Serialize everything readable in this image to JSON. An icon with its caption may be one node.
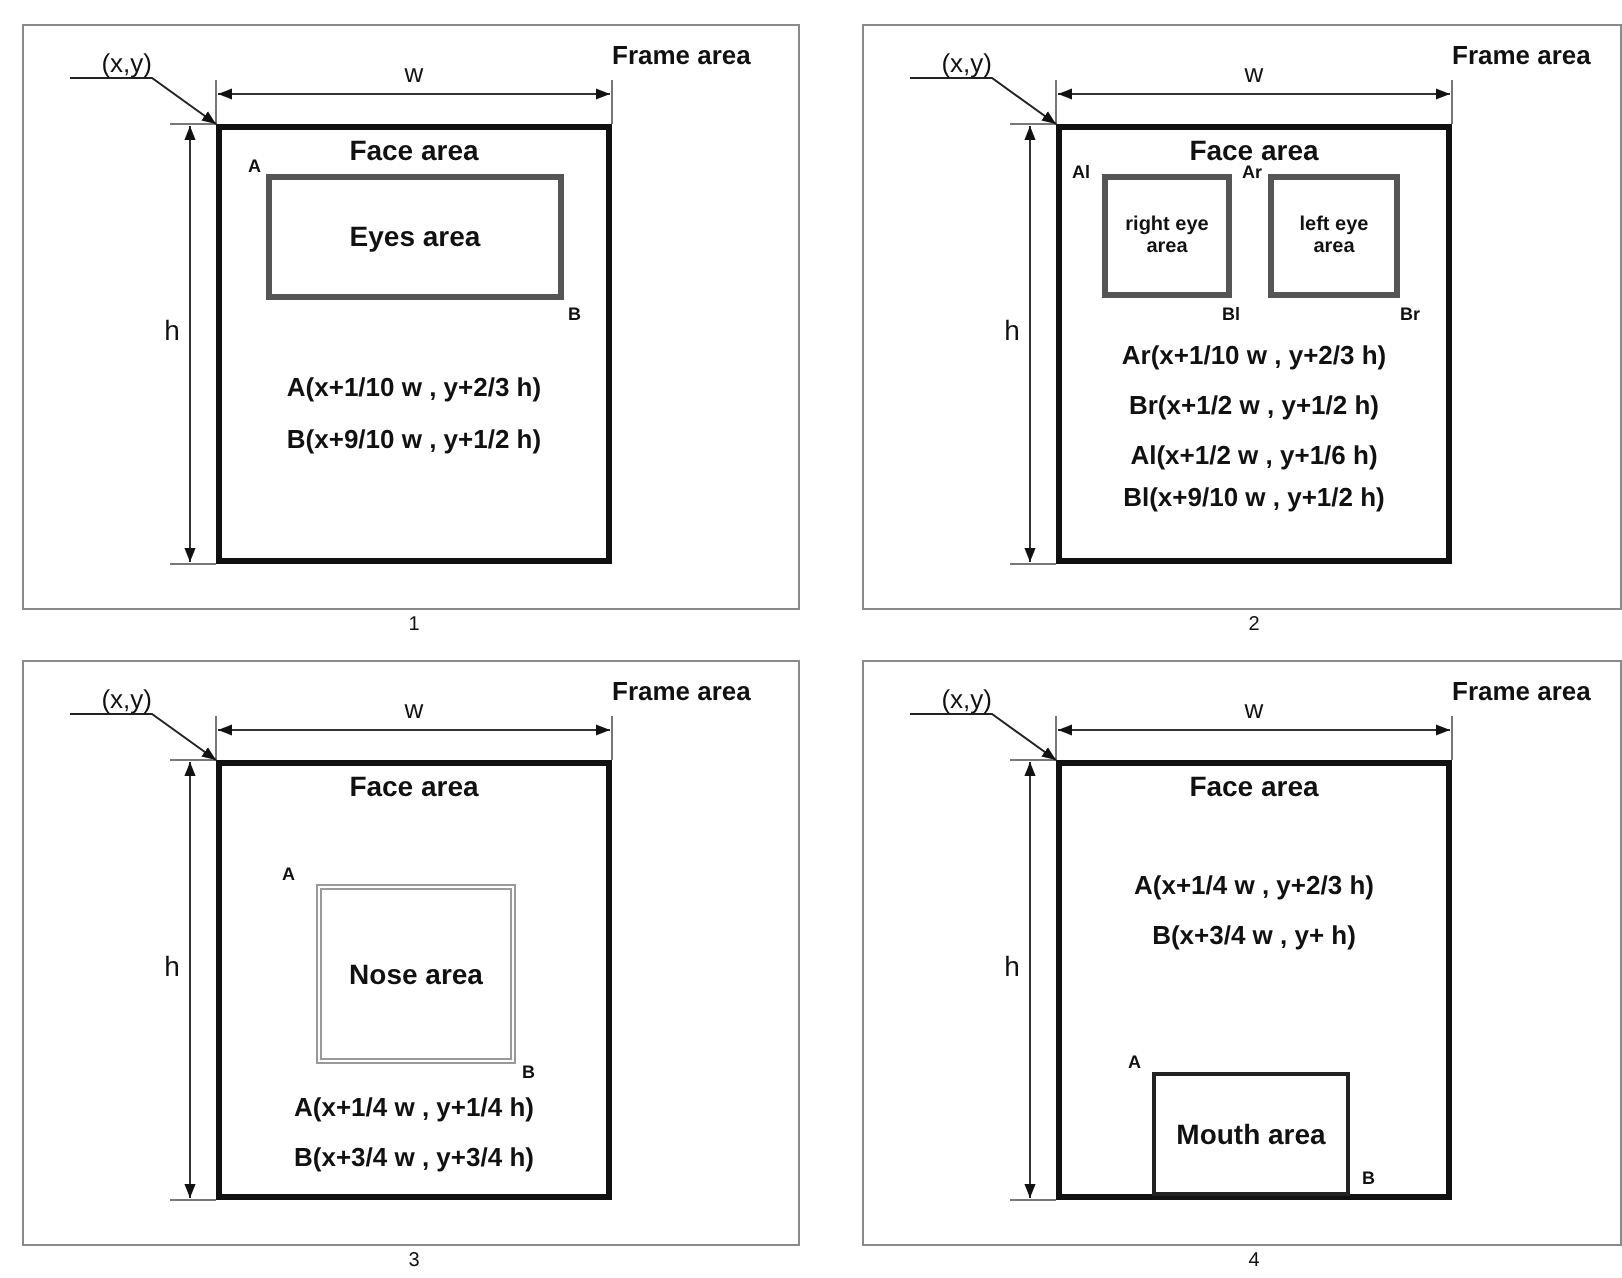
{
  "diagram": {
    "nodes": [
      {
        "text": [
          "Frame area"
        ]
      },
      {
        "text": [
          "(x,y)"
        ],
        "in": 0
      },
      {
        "text": [
          "Face area",
          "A(x+1/10 w , y+2/3 h)",
          "B(x+9/10 w , y+1/2 h)"
        ],
        "in": 0
      },
      {
        "text": [
          "Eyes area"
        ],
        "in": 2,
        "beside": [
          "A",
          "B"
        ]
      },
      {
        "text": [
          "Frame area"
        ]
      },
      {
        "text": [
          "(x,y)"
        ],
        "in": 4
      },
      {
        "text": [
          "Face area",
          "Ar(x+1/10 w , y+2/3 h)",
          "Br(x+1/2 w , y+1/2 h)",
          "Al(x+1/2 w , y+1/6 h)",
          "Bl(x+9/10 w , y+1/2 h)"
        ],
        "in": 4
      },
      {
        "text": [
          "right eye area"
        ],
        "in": 6,
        "beside": [
          "Al",
          "Bl"
        ]
      },
      {
        "text": [
          "left eye area"
        ],
        "in": 6,
        "beside": [
          "Ar",
          "Br"
        ]
      },
      {
        "text": [
          "Frame area"
        ]
      },
      {
        "text": [
          "(x,y)"
        ],
        "in": 9
      },
      {
        "text": [
          "Face area",
          "A(x+1/4 w , y+1/4 h)",
          "B(x+3/4 w , y+3/4 h)"
        ],
        "in": 9
      },
      {
        "text": [
          "Nose area"
        ],
        "in": 11,
        "beside": [
          "A",
          "B"
        ]
      },
      {
        "text": [
          "Frame area"
        ]
      },
      {
        "text": [
          "(x,y)"
        ],
        "in": 13
      },
      {
        "text": [
          "Face area",
          "A(x+1/4 w , y+2/3 h)",
          "B(x+3/4 w , y+ h)"
        ],
        "in": 13
      },
      {
        "text": [
          "Mouth area"
        ],
        "in": 15,
        "beside": [
          "A",
          "B"
        ]
      }
    ],
    "edges": [
      {
        "from": 1,
        "to": 2,
        "arrow": "to"
      },
      {
        "from": 5,
        "to": 6,
        "arrow": "to"
      },
      {
        "from": 10,
        "to": 11,
        "arrow": "to"
      },
      {
        "from": 14,
        "to": 15,
        "arrow": "to"
      }
    ],
    "labels": [
      "w",
      "h",
      "1",
      "w",
      "h",
      "2",
      "w",
      "h",
      "3",
      "w",
      "h",
      "4"
    ]
  }
}
